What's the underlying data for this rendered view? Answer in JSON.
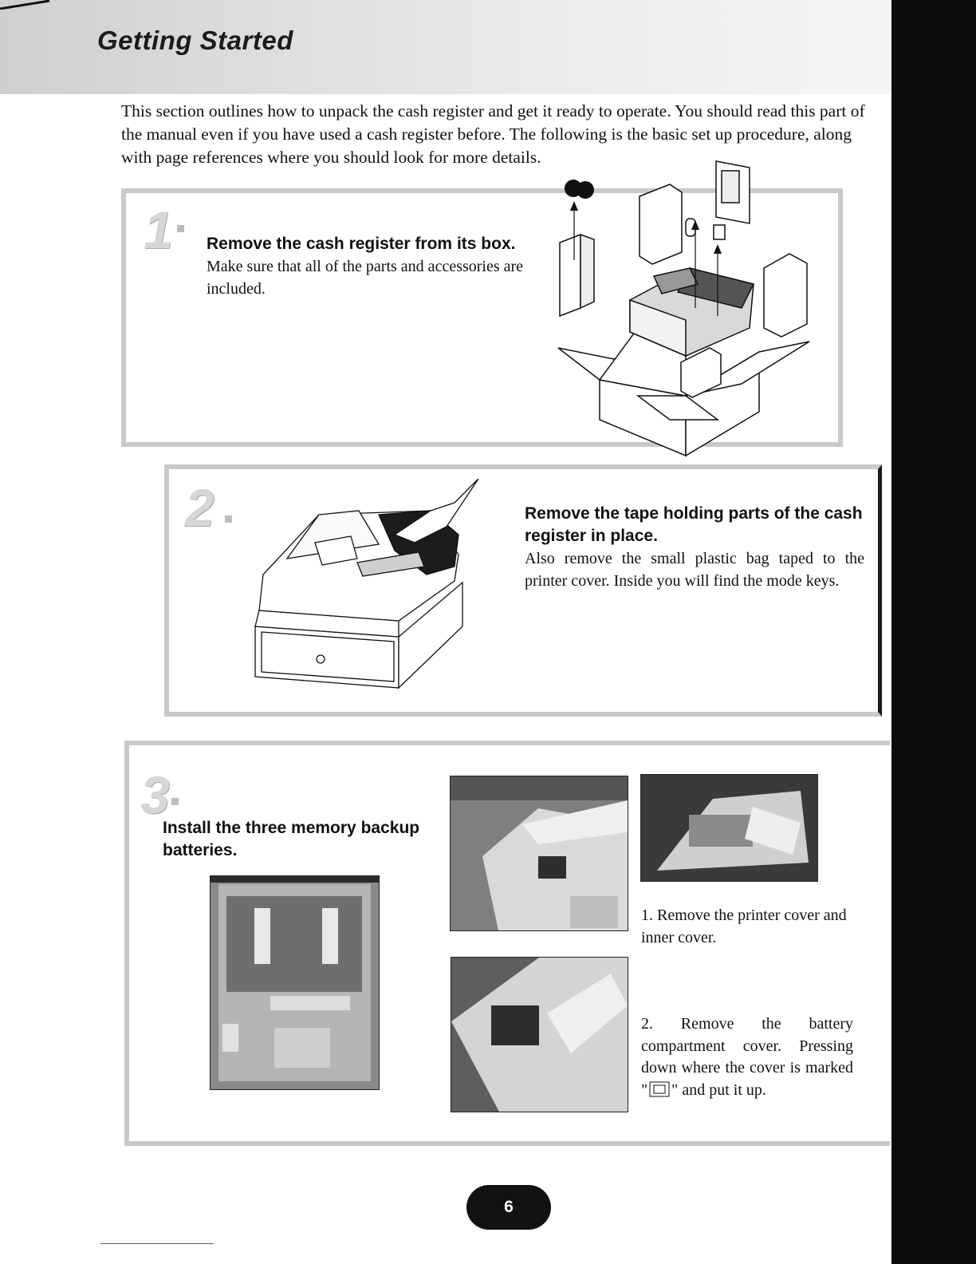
{
  "header": {
    "title": "Getting Started"
  },
  "intro": "This section outlines how to unpack the cash register and get it ready to operate. You should read this part of the manual even if you have used a cash register before. The following is the basic set up procedure, along with page references where you should look for more details.",
  "steps": [
    {
      "number": "1",
      "heading": "Remove the cash register from its box.",
      "body": "Make sure that all of the parts and accessories are included."
    },
    {
      "number": "2",
      "heading": "Remove the tape holding parts of the cash register in place.",
      "body": "Also remove the small plastic bag taped to the printer cover. Inside you will find the mode keys."
    },
    {
      "number": "3",
      "heading": "Install the three memory backup batteries.",
      "captions": [
        {
          "number": "1.",
          "text": "Remove the printer cover and inner cover."
        },
        {
          "number": "2.",
          "text_before": "Remove the battery compartment cover. Pressing down where the cover is marked \"",
          "text_after": "\" and put it up."
        }
      ]
    }
  ],
  "page_number": "6"
}
